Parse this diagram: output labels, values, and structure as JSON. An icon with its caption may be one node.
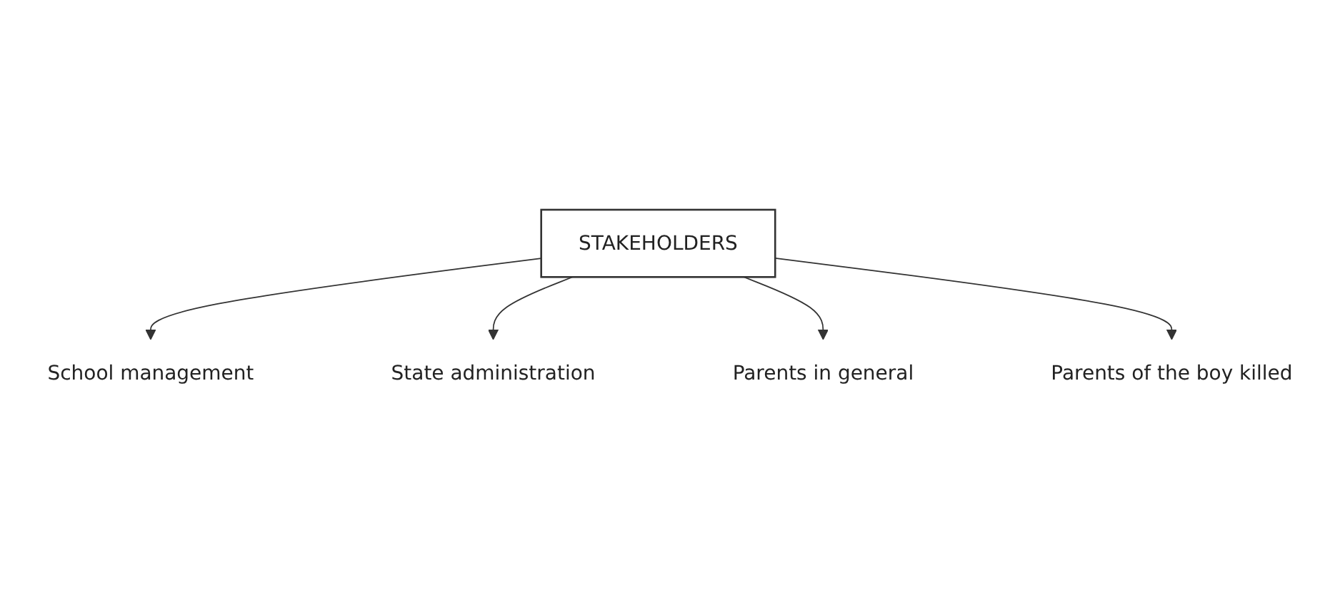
{
  "diagram": {
    "nodes": [
      {
        "text": [
          "School management"
        ]
      },
      {
        "text": [
          "STAKEHOLDERS"
        ]
      },
      {
        "text": [
          "State administration"
        ]
      },
      {
        "text": [
          "Parents in general"
        ]
      },
      {
        "text": [
          "Parents of the boy killed"
        ]
      }
    ],
    "edges": [
      {
        "from": 1,
        "to": 0,
        "arrow": "to"
      },
      {
        "from": 1,
        "to": 2,
        "arrow": "to"
      },
      {
        "from": 1,
        "to": 3,
        "arrow": "to"
      },
      {
        "from": 1,
        "to": 4,
        "arrow": "to"
      }
    ]
  }
}
